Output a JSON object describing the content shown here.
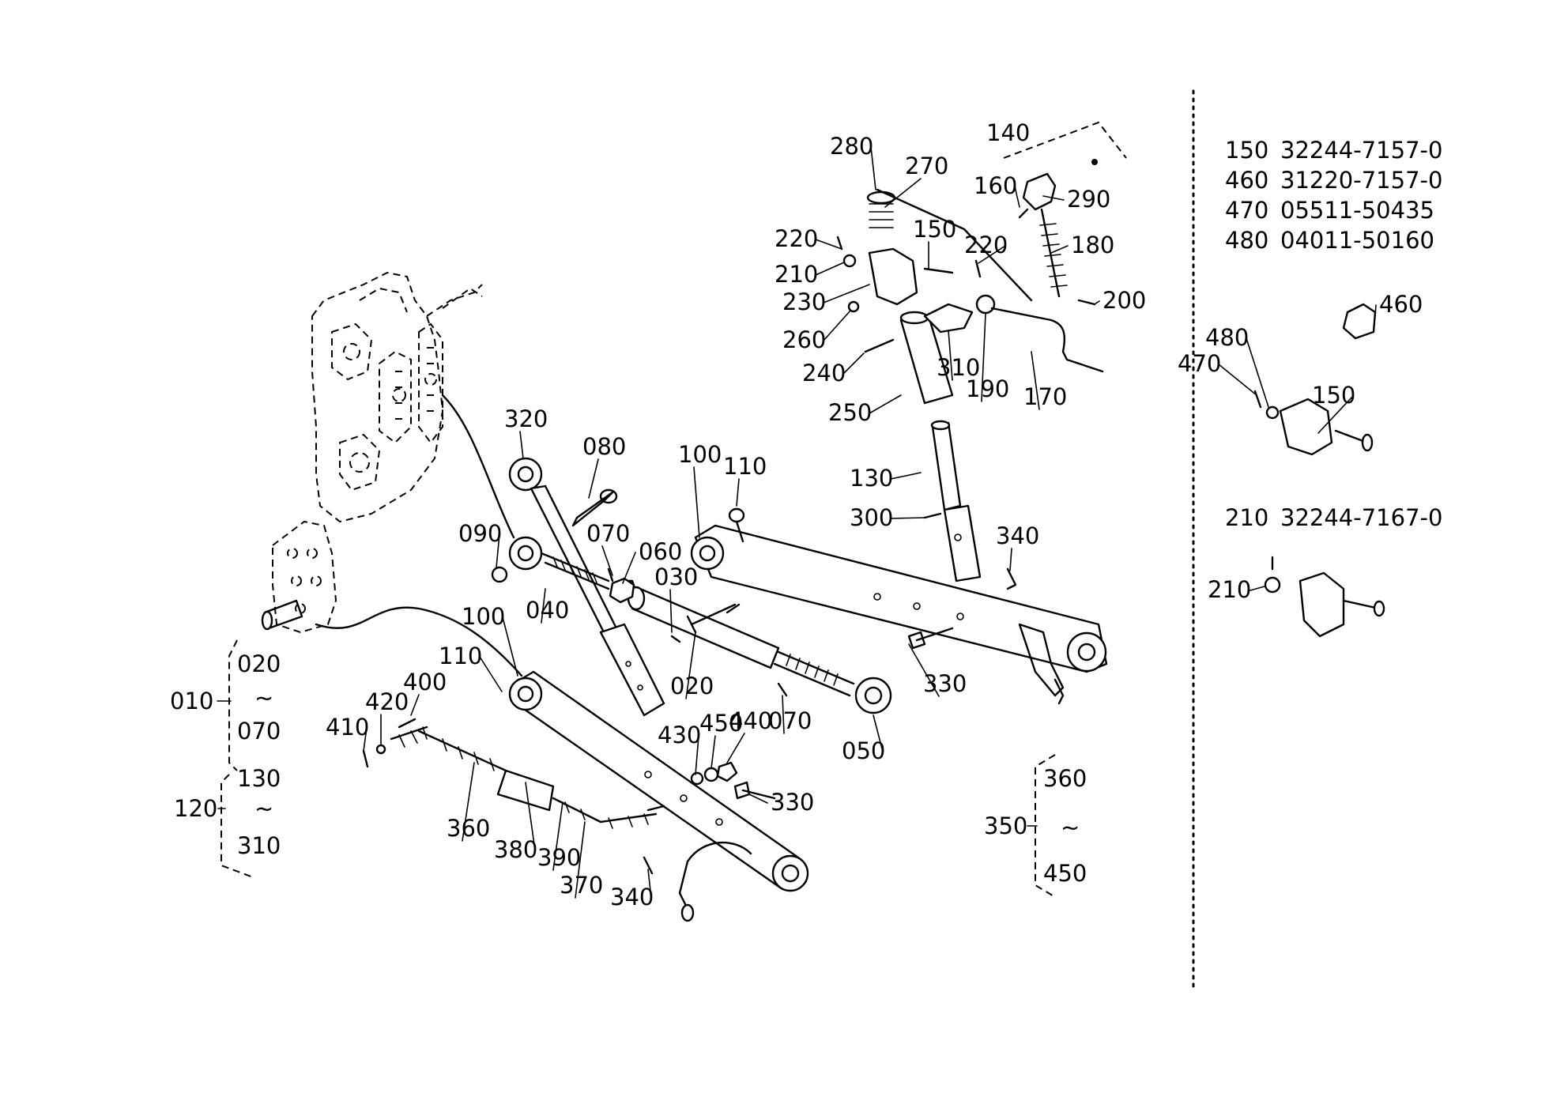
{
  "callouts": [
    "280",
    "270",
    "140",
    "160",
    "290",
    "180",
    "220",
    "150",
    "220",
    "210",
    "230",
    "260",
    "240",
    "310",
    "190",
    "170",
    "250",
    "200",
    "130",
    "300",
    "340",
    "320",
    "080",
    "100",
    "110",
    "090",
    "070",
    "060",
    "040",
    "030",
    "020",
    "070",
    "050",
    "330",
    "100",
    "110",
    "400",
    "420",
    "410",
    "360",
    "380",
    "390",
    "370",
    "340",
    "430",
    "450",
    "440",
    "330"
  ],
  "groups": [
    {
      "id": "010",
      "from": "020",
      "to": "070"
    },
    {
      "id": "120",
      "from": "130",
      "to": "310"
    },
    {
      "id": "350",
      "from": "360",
      "to": "450"
    }
  ],
  "tilde": "~",
  "part_numbers": [
    {
      "ref": "150",
      "number": "32244-7157-0"
    },
    {
      "ref": "460",
      "number": "31220-7157-0"
    },
    {
      "ref": "470",
      "number": "05511-50435"
    },
    {
      "ref": "480",
      "number": "04011-50160"
    }
  ],
  "inset_callouts": [
    "460",
    "480",
    "470",
    "150"
  ],
  "part_number_2": {
    "ref": "210",
    "number": "32244-7167-0"
  },
  "inset2_callouts": [
    "210"
  ]
}
